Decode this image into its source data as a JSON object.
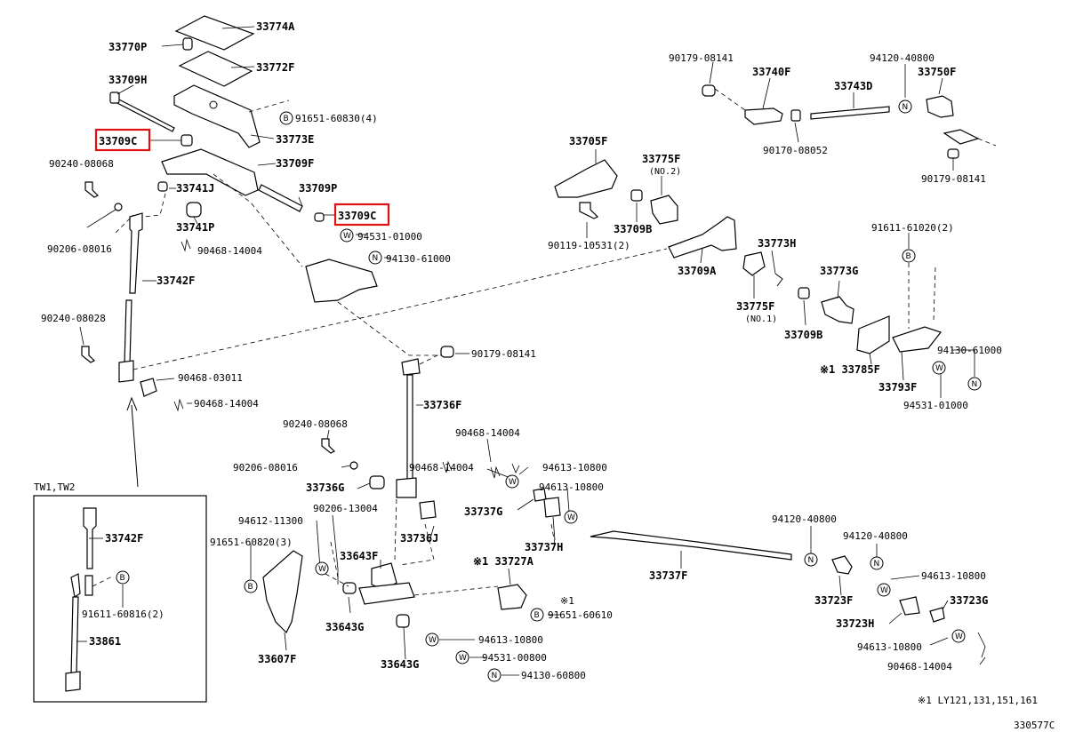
{
  "diagram": {
    "parts": [
      {
        "id": "p_33774A",
        "code": "33774A"
      },
      {
        "id": "p_33770P",
        "code": "33770P"
      },
      {
        "id": "p_33772F",
        "code": "33772F"
      },
      {
        "id": "p_33709H",
        "code": "33709H"
      },
      {
        "id": "p_91651_60830",
        "code": "91651-60830(4)"
      },
      {
        "id": "p_33709C_a",
        "code": "33709C",
        "highlighted": true
      },
      {
        "id": "p_33773E",
        "code": "33773E"
      },
      {
        "id": "p_90240_08068_a",
        "code": "90240-08068"
      },
      {
        "id": "p_33709F",
        "code": "33709F"
      },
      {
        "id": "p_33741J",
        "code": "33741J"
      },
      {
        "id": "p_33709P",
        "code": "33709P"
      },
      {
        "id": "p_33709C_b",
        "code": "33709C",
        "highlighted": true
      },
      {
        "id": "p_33741P",
        "code": "33741P"
      },
      {
        "id": "p_94531_01000_a",
        "code": "94531-01000"
      },
      {
        "id": "p_90206_08016_a",
        "code": "90206-08016"
      },
      {
        "id": "p_90468_14004_a",
        "code": "90468-14004"
      },
      {
        "id": "p_94130_61000_a",
        "code": "94130-61000"
      },
      {
        "id": "p_33742F_a",
        "code": "33742F"
      },
      {
        "id": "p_90240_08028",
        "code": "90240-08028"
      },
      {
        "id": "p_90468_03011",
        "code": "90468-03011"
      },
      {
        "id": "p_90468_14004_b",
        "code": "90468-14004"
      },
      {
        "id": "p_90179_08141_a",
        "code": "90179-08141"
      },
      {
        "id": "p_33740F",
        "code": "33740F"
      },
      {
        "id": "p_94120_40800_a",
        "code": "94120-40800"
      },
      {
        "id": "p_33750F",
        "code": "33750F"
      },
      {
        "id": "p_33743D",
        "code": "33743D"
      },
      {
        "id": "p_90170_08052",
        "code": "90170-08052"
      },
      {
        "id": "p_90179_08141_b",
        "code": "90179-08141"
      },
      {
        "id": "p_33705F",
        "code": "33705F"
      },
      {
        "id": "p_33775F_no2",
        "code": "33775F"
      },
      {
        "id": "p_no2",
        "code": "(NO.2)"
      },
      {
        "id": "p_33709B_a",
        "code": "33709B"
      },
      {
        "id": "p_90119_10531",
        "code": "90119-10531(2)"
      },
      {
        "id": "p_91611_61020",
        "code": "91611-61020(2)"
      },
      {
        "id": "p_33773H",
        "code": "33773H"
      },
      {
        "id": "p_33709A",
        "code": "33709A"
      },
      {
        "id": "p_33773G",
        "code": "33773G"
      },
      {
        "id": "p_33775F_no1",
        "code": "33775F"
      },
      {
        "id": "p_no1",
        "code": "(NO.1)"
      },
      {
        "id": "p_33709B_b",
        "code": "33709B"
      },
      {
        "id": "p_94130_61000_b",
        "code": "94130-61000"
      },
      {
        "id": "p_33785F",
        "code": "※1 33785F"
      },
      {
        "id": "p_33793F",
        "code": "33793F"
      },
      {
        "id": "p_94531_01000_b",
        "code": "94531-01000"
      },
      {
        "id": "p_90179_08141_c",
        "code": "90179-08141"
      },
      {
        "id": "p_33736F",
        "code": "33736F"
      },
      {
        "id": "p_90240_08068_b",
        "code": "90240-08068"
      },
      {
        "id": "p_90468_14004_c",
        "code": "90468-14004"
      },
      {
        "id": "p_90206_08016_b",
        "code": "90206-08016"
      },
      {
        "id": "p_90468_14004_d",
        "code": "90468-14004"
      },
      {
        "id": "p_94613_10800_a",
        "code": "94613-10800"
      },
      {
        "id": "p_33736G",
        "code": "33736G"
      },
      {
        "id": "p_94613_10800_b",
        "code": "94613-10800"
      },
      {
        "id": "p_90206_13004",
        "code": "90206-13004"
      },
      {
        "id": "p_33737G",
        "code": "33737G"
      },
      {
        "id": "p_94612_11300",
        "code": "94612-11300"
      },
      {
        "id": "p_33736J",
        "code": "33736J"
      },
      {
        "id": "p_94120_40800_b",
        "code": "94120-40800"
      },
      {
        "id": "p_91651_60820",
        "code": "91651-60820(3)"
      },
      {
        "id": "p_33643F",
        "code": "33643F"
      },
      {
        "id": "p_33737H",
        "code": "33737H"
      },
      {
        "id": "p_94120_40800_c",
        "code": "94120-40800"
      },
      {
        "id": "p_33727A",
        "code": "※1 33727A"
      },
      {
        "id": "p_33737F",
        "code": "33737F"
      },
      {
        "id": "p_94613_10800_c",
        "code": "94613-10800"
      },
      {
        "id": "p_33723F",
        "code": "33723F"
      },
      {
        "id": "p_33723G",
        "code": "33723G"
      },
      {
        "id": "p_33643G_a",
        "code": "33643G"
      },
      {
        "id": "p_91651_60610",
        "code": "91651-60610"
      },
      {
        "id": "p_ast1",
        "code": "※1"
      },
      {
        "id": "p_33607F",
        "code": "33607F"
      },
      {
        "id": "p_33723H",
        "code": "33723H"
      },
      {
        "id": "p_94613_10800_d",
        "code": "94613-10800"
      },
      {
        "id": "p_94531_00800",
        "code": "94531-00800"
      },
      {
        "id": "p_90468_14004_e",
        "code": "90468-14004"
      },
      {
        "id": "p_33643G_b",
        "code": "33643G"
      },
      {
        "id": "p_94613_10800_e",
        "code": "94613-10800"
      },
      {
        "id": "p_94130_60800",
        "code": "94130-60800"
      }
    ],
    "inset": {
      "title": "TW1,TW2",
      "parts": [
        {
          "id": "i_33742F",
          "code": "33742F"
        },
        {
          "id": "i_91611_60816",
          "code": "91611-60816(2)"
        },
        {
          "id": "i_33861",
          "code": "33861"
        }
      ]
    },
    "symbols": {
      "B": "B",
      "W": "W",
      "N": "N"
    },
    "footnote": "※1 LY121,131,151,161",
    "drawing_number": "330577C"
  }
}
